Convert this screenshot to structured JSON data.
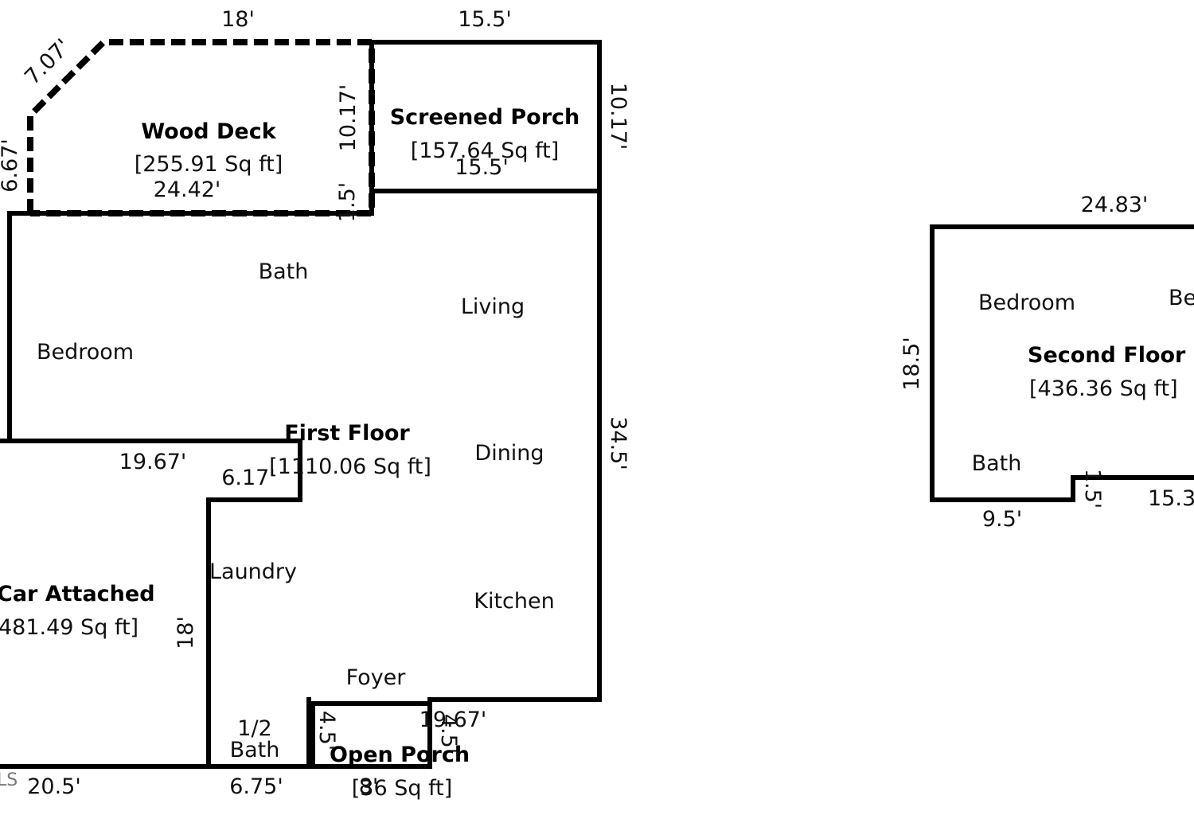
{
  "areas": {
    "wood_deck": {
      "name": "Wood Deck",
      "area": "[255.91 Sq ft]"
    },
    "screened_porch": {
      "name": "Screened Porch",
      "area": "[157.64 Sq ft]"
    },
    "first_floor": {
      "name": "First Floor",
      "area": "[1110.06 Sq ft]"
    },
    "garage": {
      "name": "Car Attached",
      "area": "481.49 Sq ft]"
    },
    "open_porch": {
      "name": "Open Porch",
      "area": "[36 Sq ft]"
    },
    "second_floor": {
      "name": "Second Floor",
      "area": "[436.36 Sq ft]"
    }
  },
  "rooms": {
    "bath": "Bath",
    "living": "Living",
    "bedroom": "Bedroom",
    "dining": "Dining",
    "laundry": "Laundry",
    "kitchen": "Kitchen",
    "foyer": "Foyer",
    "half_bath_1": "1/2",
    "half_bath_2": "Bath",
    "second_bedroom": "Bedroom",
    "second_bedroom_2": "Be",
    "second_bath": "Bath"
  },
  "dimensions": {
    "deck_top": "18'",
    "porch_top": "15.5'",
    "deck_diag": "7.07'",
    "deck_left": "6.67'",
    "deck_bottom": "24.42'",
    "deck_right": "10.17'",
    "deck_step": "1.5'",
    "porch_right": "10.17'",
    "porch_bottom": "15.5'",
    "ff_right": "34.5'",
    "bedroom_bottom": "19.67'",
    "notch": "6.17'",
    "laundry_left": "18'",
    "foyer_bottom": "19.67'",
    "open_left": "4.5'",
    "open_right": "4.5'",
    "open_bottom": "8'",
    "half_bath_bottom": "6.75'",
    "garage_bottom": "20.5'",
    "sf_top": "24.83'",
    "sf_left": "18.5'",
    "sf_bottom_left": "9.5'",
    "sf_step": "1.5'",
    "sf_bottom_right": "15.3"
  },
  "watermark": "LS"
}
